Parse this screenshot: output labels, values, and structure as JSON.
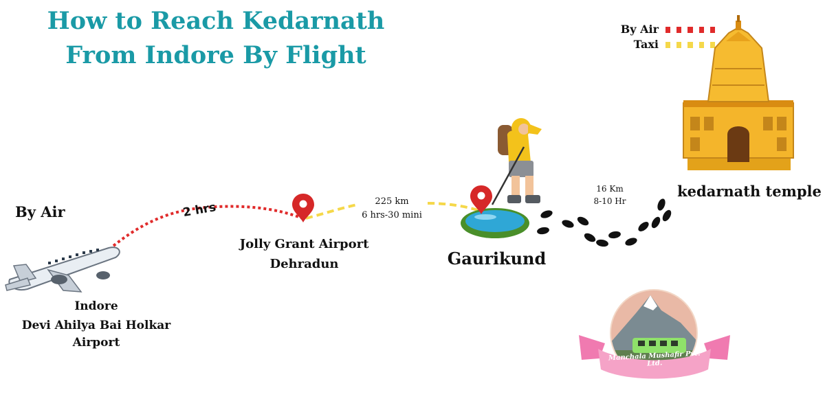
{
  "title": {
    "line1": "How to Reach Kedarnath",
    "line2": "From Indore By Flight"
  },
  "legend": {
    "air": {
      "label": "By Air",
      "color": "#e02b2b"
    },
    "taxi": {
      "label": "Taxi",
      "color": "#f5d84a"
    }
  },
  "route": {
    "mode_label": "By Air",
    "flight_time": "2 hrs",
    "origin": {
      "line1": "Indore",
      "line2": "Devi Ahilya Bai Holkar",
      "line3": "Airport"
    },
    "airport": {
      "line1": "Jolly Grant Airport",
      "line2": "Dehradun"
    },
    "taxi_leg": {
      "distance": "225 km",
      "time": "6 hrs-30 mini"
    },
    "base": {
      "name": "Gaurikund"
    },
    "trek_leg": {
      "distance": "16 Km",
      "time": "8-10 Hr"
    },
    "destination": {
      "name": "kedarnath temple"
    }
  },
  "icons": {
    "airplane": "airplane-icon",
    "pin": "map-pin-icon",
    "hiker": "hiker-icon",
    "lake": "lake-icon",
    "footprints": "footprints-icon",
    "temple": "temple-icon",
    "logo": "company-logo"
  },
  "logo": {
    "text": "Manchala Mushafir Pvt. Ltd."
  },
  "colors": {
    "title": "#1a9aa6",
    "air_route": "#e02b2b",
    "taxi_route": "#f5d84a",
    "pin": "#d62828"
  }
}
